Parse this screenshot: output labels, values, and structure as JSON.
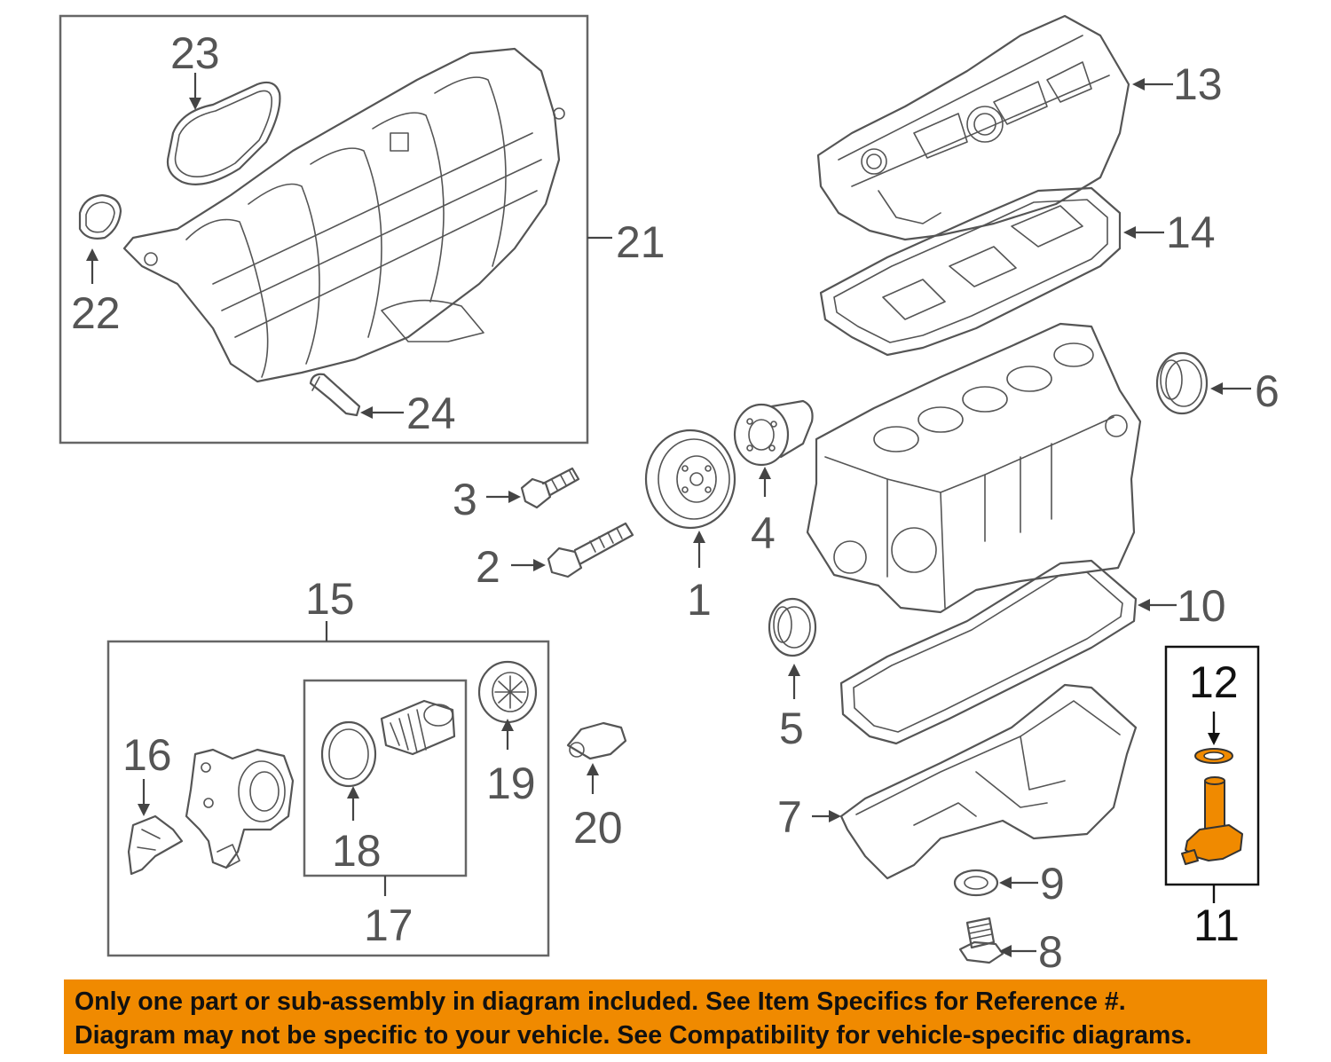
{
  "callouts": {
    "c1": "1",
    "c2": "2",
    "c3": "3",
    "c4": "4",
    "c5": "5",
    "c6": "6",
    "c7": "7",
    "c8": "8",
    "c9": "9",
    "c10": "10",
    "c11": "11",
    "c12": "12",
    "c13": "13",
    "c14": "14",
    "c15": "15",
    "c16": "16",
    "c17": "17",
    "c18": "18",
    "c19": "19",
    "c20": "20",
    "c21": "21",
    "c22": "22",
    "c23": "23",
    "c24": "24"
  },
  "notice": {
    "line1": "Only one part or sub-assembly in diagram included. See Item Specifics for Reference #.",
    "line2": "Diagram may not be specific to your vehicle. See Compatibility for vehicle-specific diagrams."
  },
  "colors": {
    "highlight": "#f08a00",
    "notice_background": "#f08a00",
    "line_art": "#555555"
  }
}
